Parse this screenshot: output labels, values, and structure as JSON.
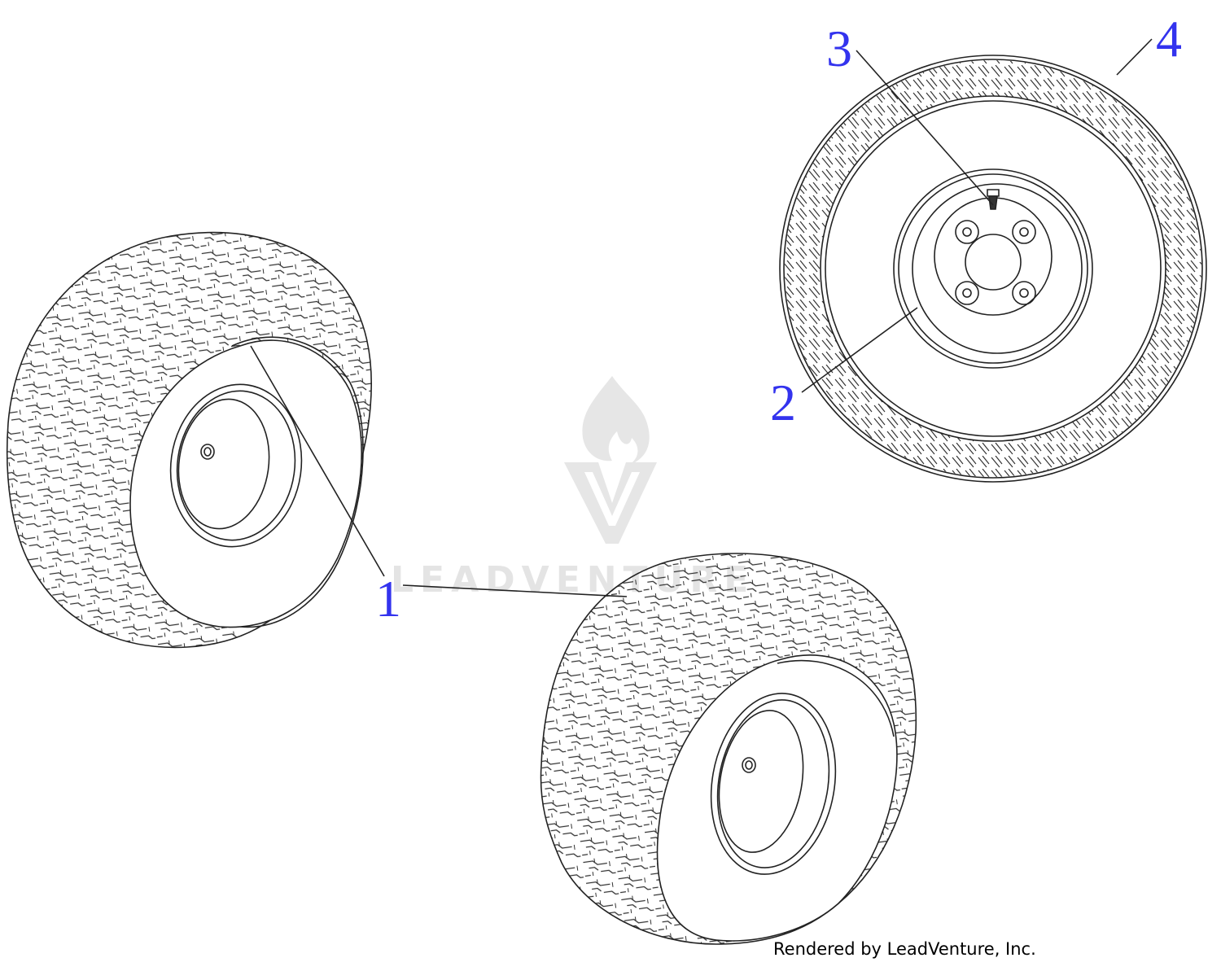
{
  "diagram": {
    "callouts": [
      {
        "id": "1",
        "label": "1"
      },
      {
        "id": "2",
        "label": "2"
      },
      {
        "id": "3",
        "label": "3"
      },
      {
        "id": "4",
        "label": "4"
      }
    ],
    "watermark_text": "LEADVENTURE",
    "footer": "Rendered by LeadVenture, Inc."
  },
  "colors": {
    "callout": "#3333ee",
    "line": "#222222",
    "watermark": "#e4e4e4",
    "background": "#ffffff"
  }
}
